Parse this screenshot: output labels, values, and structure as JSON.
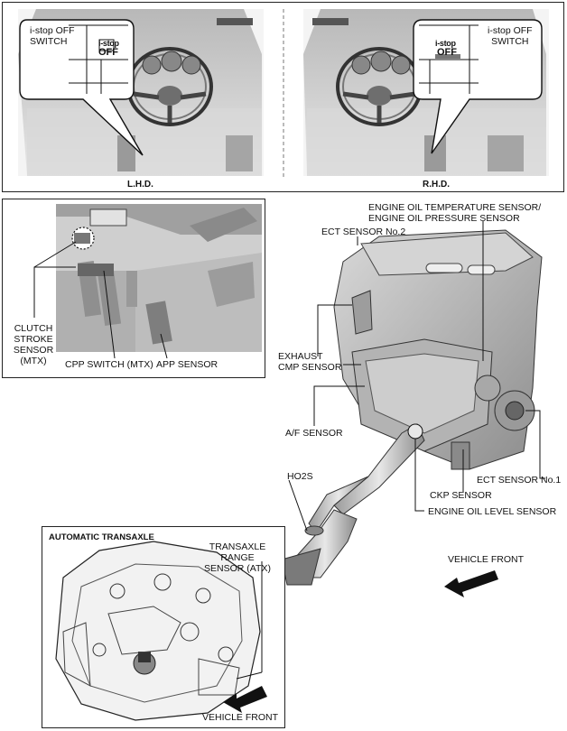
{
  "top_panel": {
    "lhd": {
      "caption": "L.H.D.",
      "callout_label": "i-stop OFF\nSWITCH",
      "button_line1": "i-stop",
      "button_line2": "OFF"
    },
    "rhd": {
      "caption": "R.H.D.",
      "callout_label": "i-stop OFF\nSWITCH",
      "button_line1": "i-stop",
      "button_line2": "OFF"
    }
  },
  "pedal_panel": {
    "labels": {
      "clutch_stroke": "CLUTCH\nSTROKE\nSENSOR\n(MTX)",
      "cpp_switch": "CPP SWITCH (MTX)",
      "app_sensor": "APP SENSOR"
    }
  },
  "engine": {
    "labels": {
      "eot_eop": "ENGINE OIL TEMPERATURE SENSOR/\nENGINE OIL PRESSURE SENSOR",
      "ect2": "ECT SENSOR No.2",
      "exhaust_cmp": "EXHAUST\nCMP SENSOR",
      "af_sensor": "A/F SENSOR",
      "ect1": "ECT SENSOR No.1",
      "ho2s": "HO2S",
      "ckp": "CKP SENSOR",
      "oil_level": "ENGINE OIL LEVEL SENSOR",
      "vehicle_front": "VEHICLE FRONT"
    }
  },
  "atx_panel": {
    "title": "AUTOMATIC TRANSAXLE",
    "tr_sensor": "TRANSAXLE RANGE\nSENSOR (ATX)",
    "vehicle_front": "VEHICLE FRONT"
  }
}
